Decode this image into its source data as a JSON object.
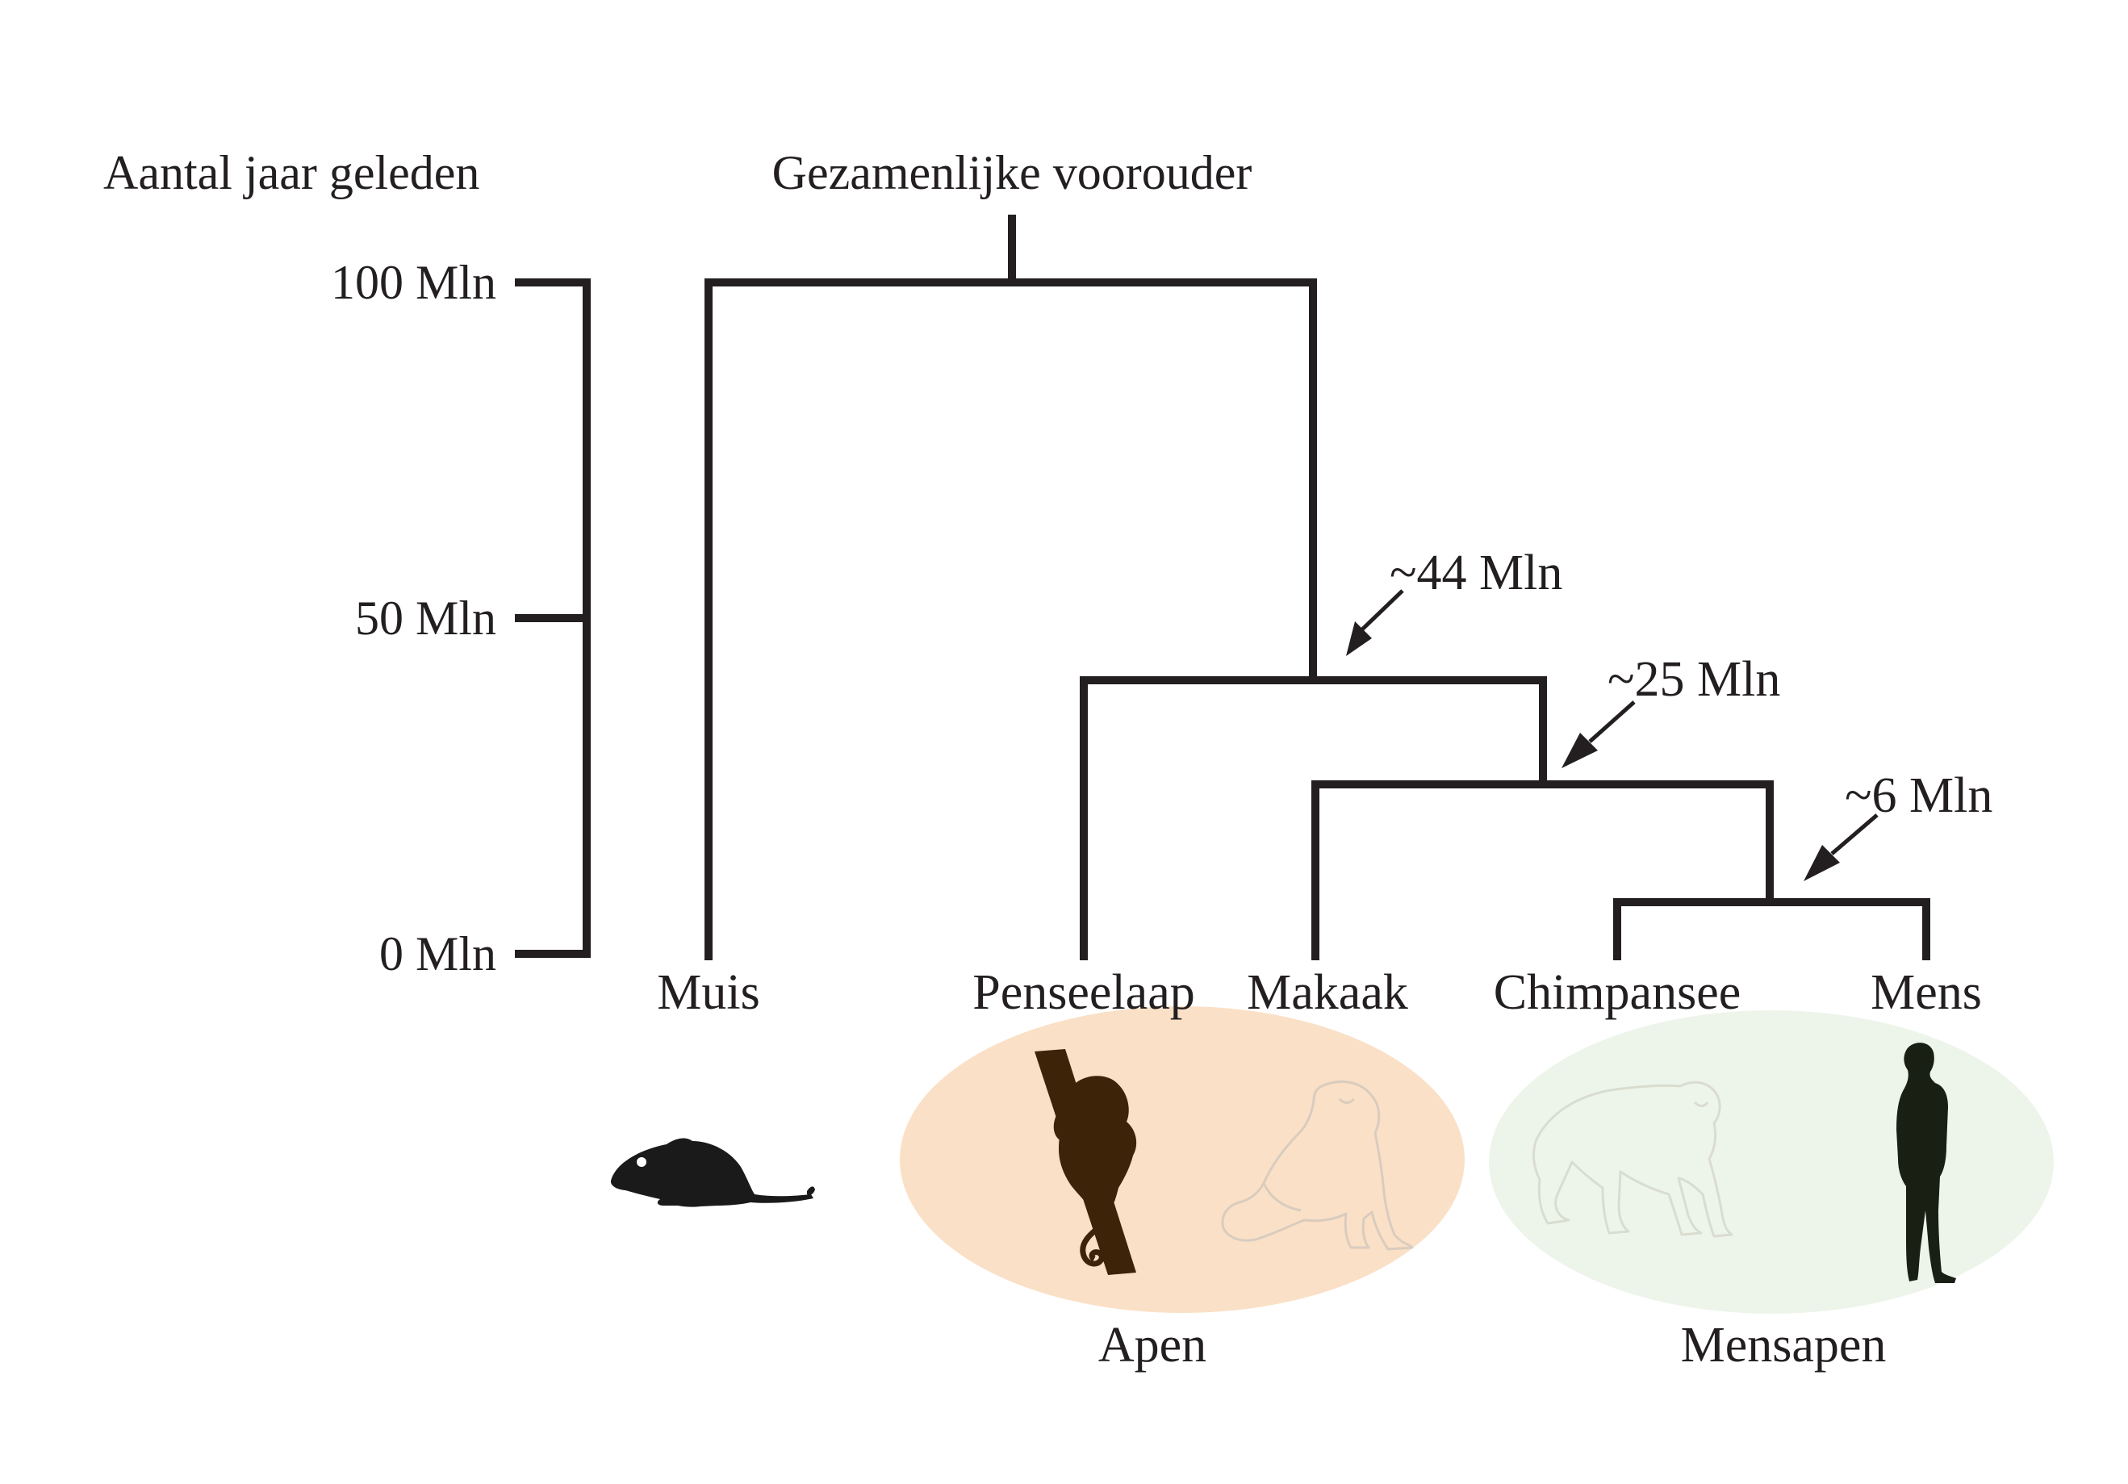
{
  "axis": {
    "title": "Aantal jaar geleden",
    "ticks": [
      "100 Mln",
      "50 Mln",
      "0 Mln"
    ]
  },
  "tree": {
    "root_label": "Gezamenlijke voorouder",
    "divergences": [
      "~44 Mln",
      "~25 Mln",
      "~6 Mln"
    ],
    "leaves": [
      "Muis",
      "Penseelaap",
      "Makaak",
      "Chimpansee",
      "Mens"
    ]
  },
  "groups": {
    "apes_label": "Apen",
    "great_apes_label": "Mensapen"
  },
  "colors": {
    "line": "#231f20",
    "apen_fill": "#fae0c6",
    "mensapen_fill": "#edf5ea",
    "mouse": "#1a1a1a",
    "marmoset": "#3d2408",
    "human": "#1a1f14",
    "outline_silhouette": "#d9ccbf"
  },
  "icons": [
    "mouse-icon",
    "marmoset-icon",
    "macaque-icon",
    "chimpanzee-icon",
    "human-icon"
  ]
}
